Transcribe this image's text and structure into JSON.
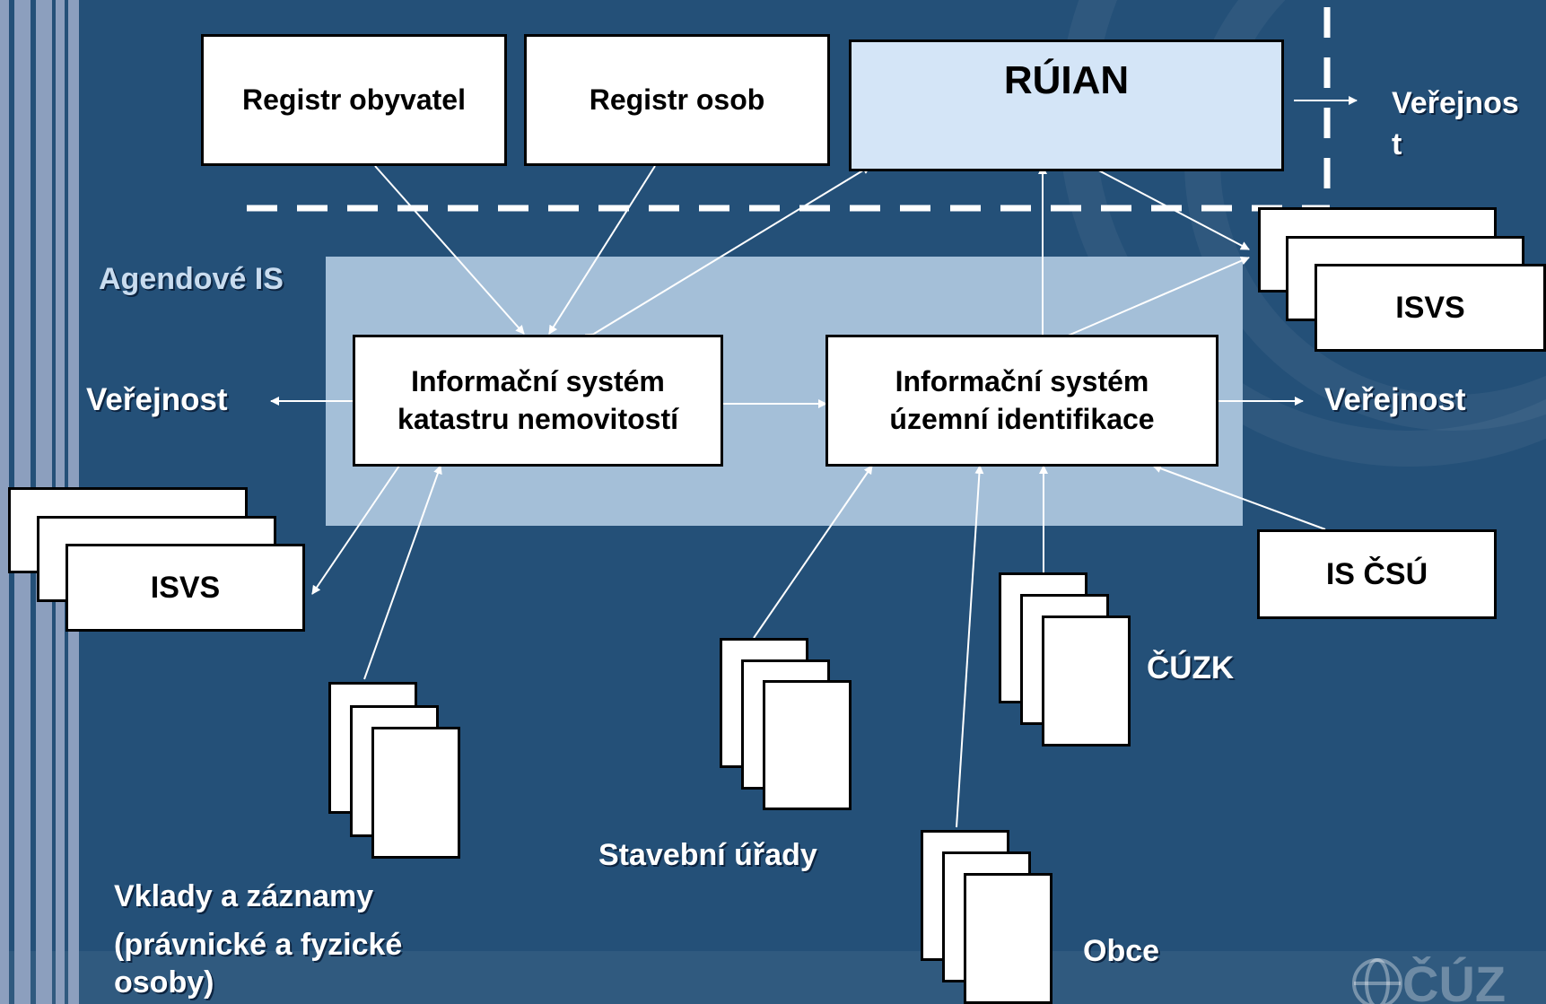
{
  "colors": {
    "background": "#245078",
    "agenda_area": "#a4bfd8",
    "ruian_fill": "#d4e5f7",
    "box_fill": "#ffffff",
    "stripe": "#8c9fbe",
    "line": "#ffffff"
  },
  "boxes": {
    "registr_obyvatel": "Registr obyvatel",
    "registr_osob": "Registr osob",
    "ruian": "RÚIAN",
    "isvs_right": "ISVS",
    "isvs_left": "ISVS",
    "iskn_line1": "Informační systém",
    "iskn_line2": "katastru nemovitostí",
    "isui_line1": "Informační systém",
    "isui_line2": "územní identifikace",
    "is_csu": "IS ČSÚ"
  },
  "labels": {
    "agendove_is": "Agendové IS",
    "verejnost_left": "Veřejnost",
    "verejnost_mid": "Veřejnost",
    "verejnost_top_line1": "Veřejnos",
    "verejnost_top_line2": "t",
    "stavebni_urady": "Stavební úřady",
    "cuzk": "ČÚZK",
    "obce": "Obce",
    "vklady_line1": "Vklady a záznamy",
    "vklady_line2": "(právnické a fyzické",
    "vklady_line3": "osoby)"
  },
  "logo": "ČÚZ"
}
